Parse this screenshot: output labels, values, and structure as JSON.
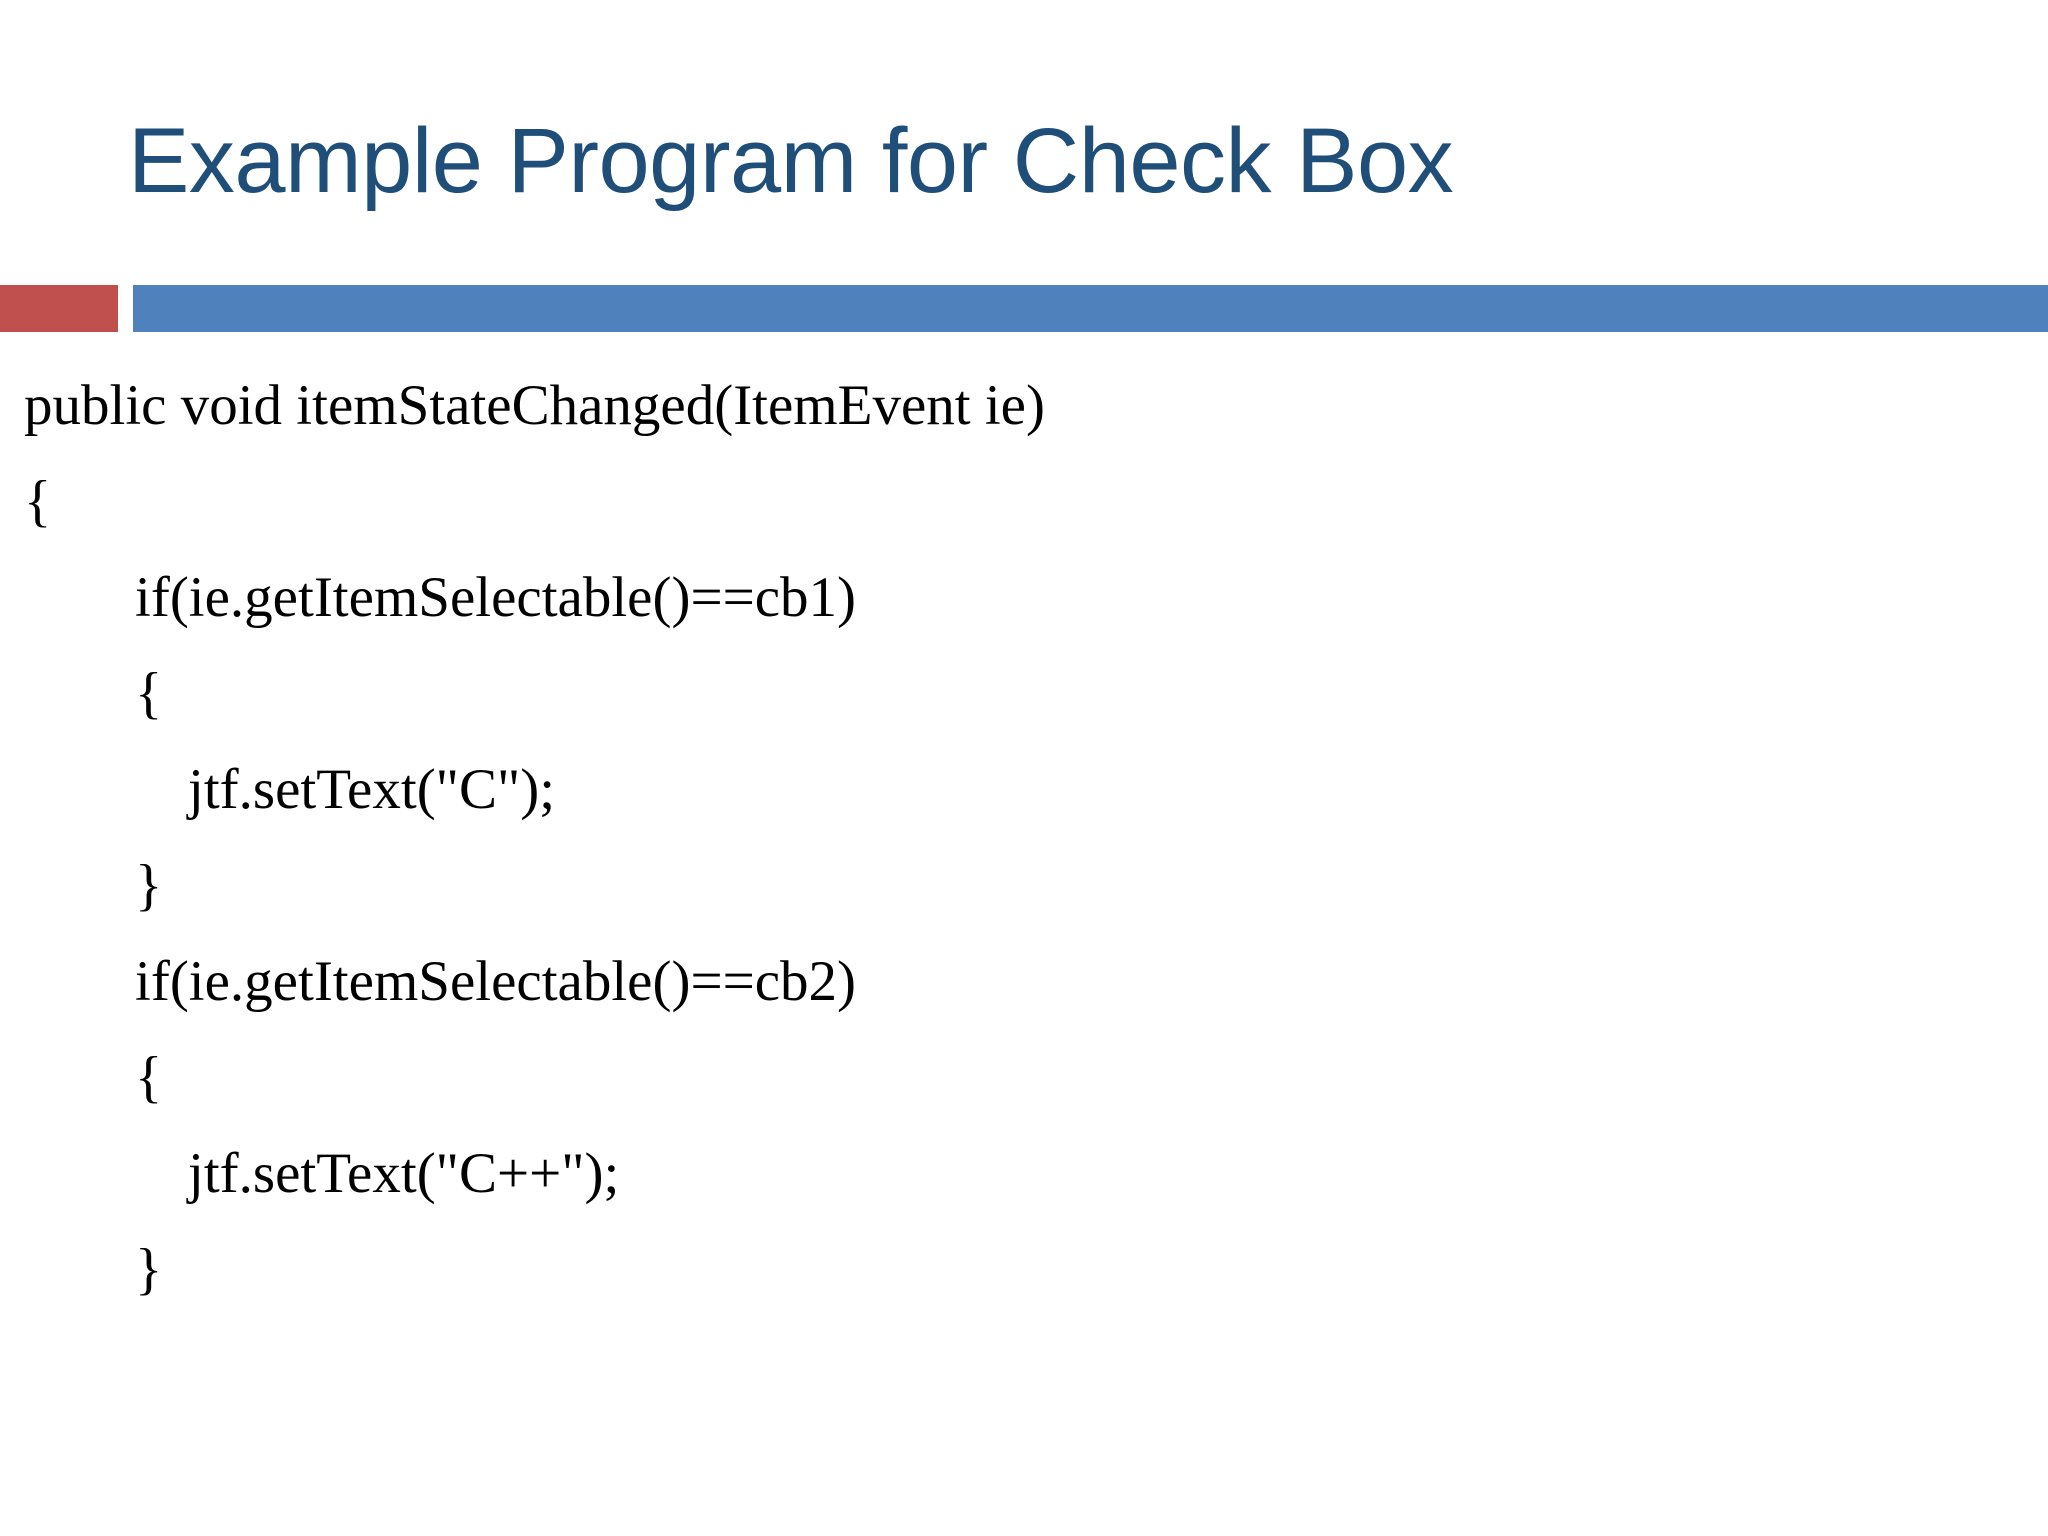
{
  "slide": {
    "title": "Example Program for Check Box",
    "title_color": "#1F4E79",
    "background_color": "#FFFFFF"
  },
  "divider": {
    "accent_red": "#C0504D",
    "accent_blue": "#4F81BD"
  },
  "code": {
    "language": "java",
    "text_color": "#000000",
    "lines": [
      {
        "indent": 0,
        "text": "public void itemStateChanged(ItemEvent ie)"
      },
      {
        "indent": 0,
        "text": "{"
      },
      {
        "indent": 1,
        "text": "if(ie.getItemSelectable()==cb1)"
      },
      {
        "indent": 1,
        "text": "{"
      },
      {
        "indent": 2,
        "text": "jtf.setText(\"C\");"
      },
      {
        "indent": 1,
        "text": "}"
      },
      {
        "indent": 1,
        "text": "if(ie.getItemSelectable()==cb2)"
      },
      {
        "indent": 1,
        "text": "{"
      },
      {
        "indent": 2,
        "text": "jtf.setText(\"C++\");"
      },
      {
        "indent": 1,
        "text": "}"
      }
    ]
  }
}
